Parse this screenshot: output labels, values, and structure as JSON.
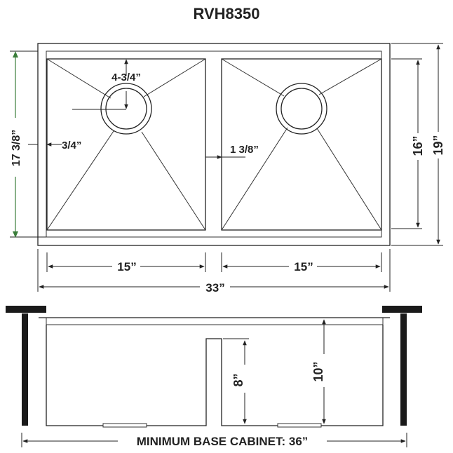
{
  "title": "RVH8350",
  "dimensions": {
    "drain_offset": "4-3/4”",
    "rim_left": "3/4”",
    "divider": "1 3/8”",
    "bowl_left_width": "15”",
    "bowl_right_width": "15”",
    "overall_width": "33”",
    "overall_depth": "19”",
    "bowl_depth": "16”",
    "outer_depth_left": "17 3/8”",
    "divider_height": "8”",
    "bowl_height": "10”",
    "cabinet": "MINIMUM BASE CABINET: 36”"
  },
  "colors": {
    "line": "#222222",
    "dark": "#1a1a1a",
    "green": "#3a7d3a"
  }
}
